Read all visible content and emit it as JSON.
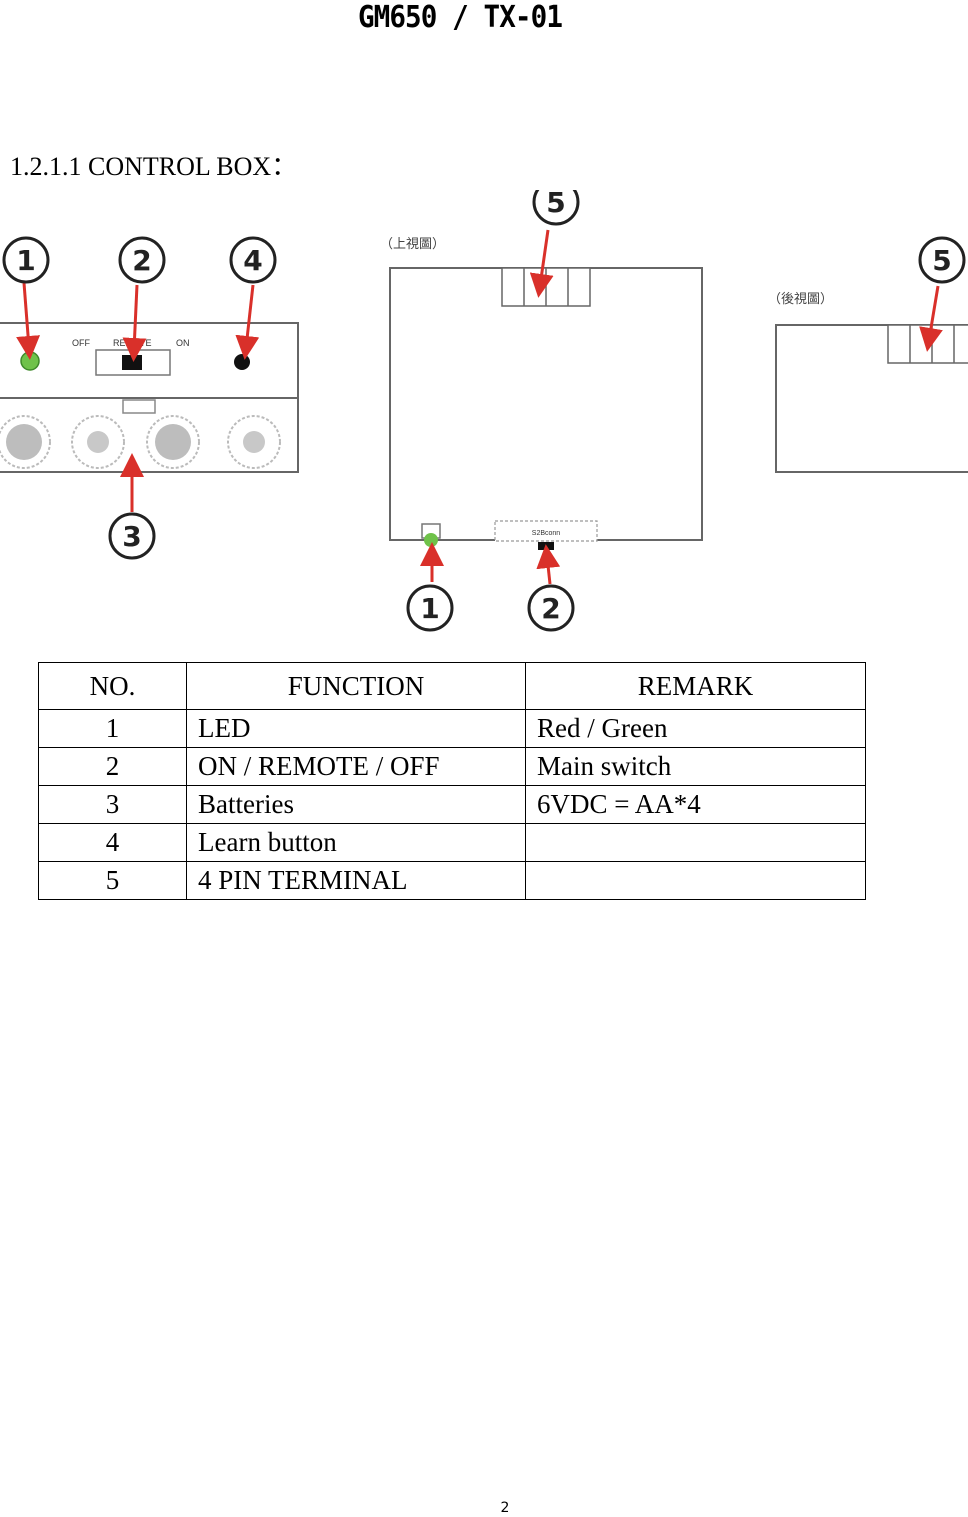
{
  "header": {
    "title": "GM650 / TX-01"
  },
  "section": {
    "heading": "1.2.1.1 CONTROL BOX："
  },
  "figure": {
    "callouts": [
      "1",
      "2",
      "3",
      "4",
      "5"
    ],
    "front_labels": {
      "off": "OFF",
      "remote": "REMOTE",
      "on": "ON"
    },
    "top_view_label": "（上視圖）",
    "rear_view_label": "（後視圖）",
    "connector_label": "S2Bconn"
  },
  "table": {
    "headers": [
      "NO.",
      "FUNCTION",
      "REMARK"
    ],
    "rows": [
      {
        "no": "1",
        "function": "LED",
        "remark": "Red / Green"
      },
      {
        "no": "2",
        "function": "ON / REMOTE / OFF",
        "remark": "Main switch"
      },
      {
        "no": "3",
        "function": "Batteries",
        "remark": "6VDC = AA*4"
      },
      {
        "no": "4",
        "function": "Learn button",
        "remark": ""
      },
      {
        "no": "5",
        "function": "4 PIN TERMINAL",
        "remark": ""
      }
    ]
  },
  "footer": {
    "page_number": "2"
  },
  "colors": {
    "led_green": "#6fc24a",
    "arrow_red": "#d9302a",
    "outline": "#555555"
  }
}
